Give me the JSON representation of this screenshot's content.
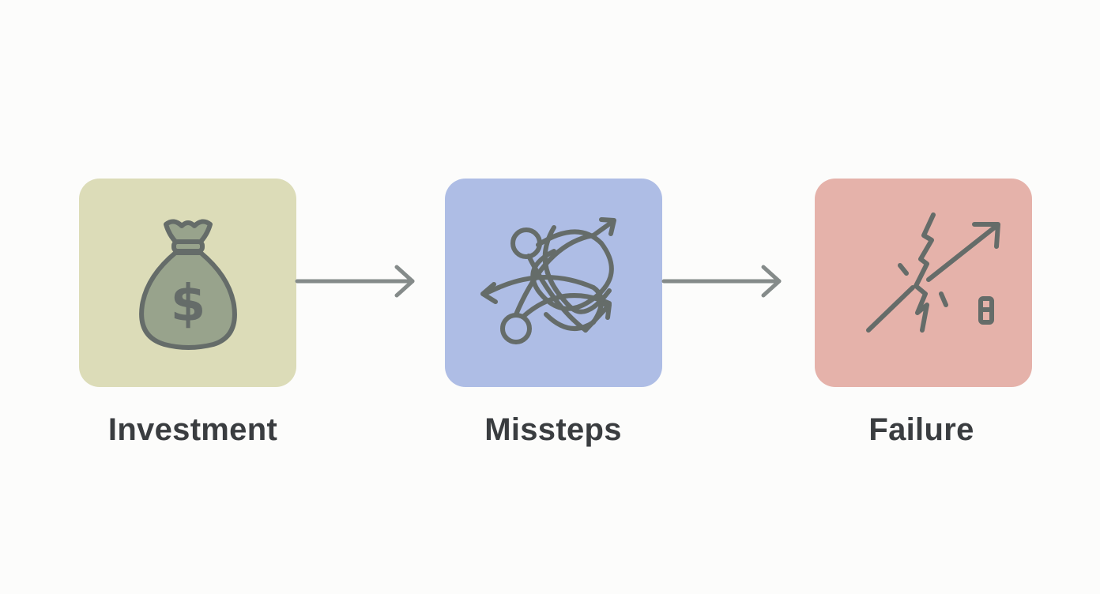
{
  "steps": [
    {
      "label": "Investment",
      "icon": "money-bag-icon",
      "color": "#dcdcb8"
    },
    {
      "label": "Missteps",
      "icon": "tangled-arrows-icon",
      "color": "#aebde5"
    },
    {
      "label": "Failure",
      "icon": "broken-arrow-icon",
      "color": "#e5b2aa"
    }
  ],
  "icon_color": "#6f7975",
  "arrow_color": "#858b8a",
  "text_color": "#3a3d40"
}
